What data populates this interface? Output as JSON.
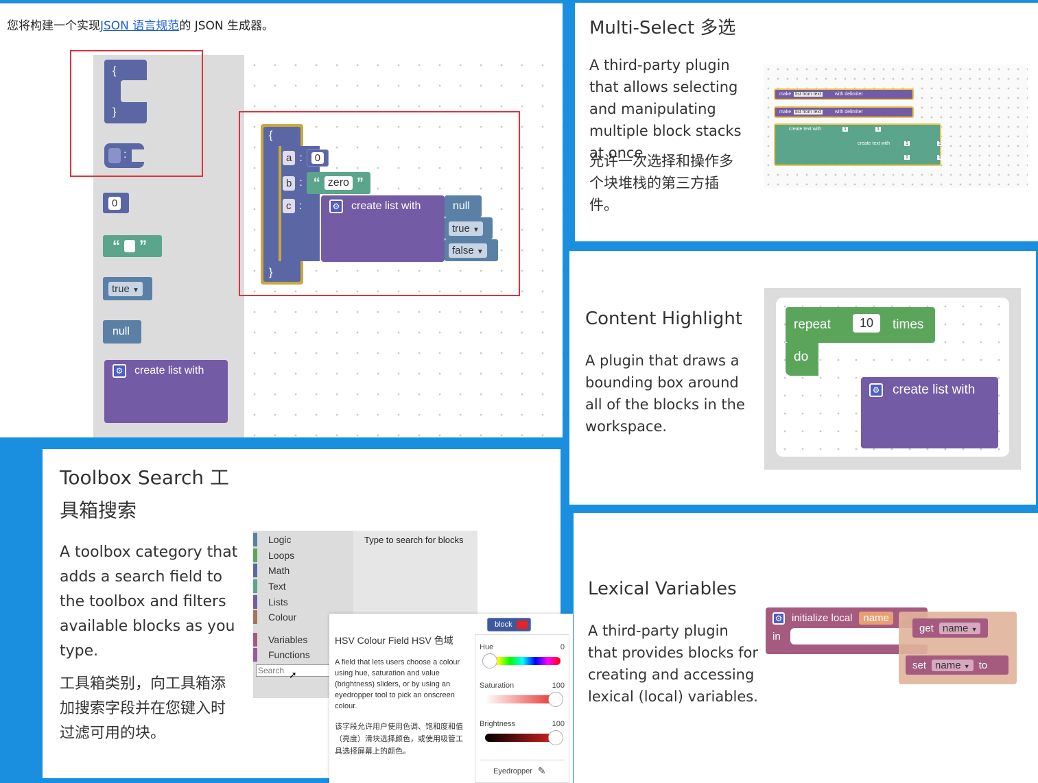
{
  "json_panel": {
    "intro_prefix": "您将构建一个实现",
    "intro_link": "JSON 语言规范",
    "intro_suffix": "的 JSON 生成器。",
    "toolbox": {
      "object_open": "{",
      "object_close": "}",
      "number_value": "0",
      "string_open_quote": "“",
      "string_close_quote": "”",
      "bool_value": "true",
      "null_value": "null",
      "create_list_label": "create list with"
    },
    "workspace": {
      "object_open": "{",
      "object_close": "}",
      "key_a": "a",
      "key_b": "b",
      "key_c": "c",
      "colon": ":",
      "value_a": "0",
      "value_b": "zero",
      "create_list_label": "create list with",
      "list_items": [
        "null",
        "true",
        "false"
      ]
    }
  },
  "multiselect": {
    "title": "Multi-Select   多选",
    "desc_en": "A third-party plugin that allows selecting and manipulating multiple block stacks at once.",
    "desc_zh": "允许一次选择和操作多个块堆栈的第三方插件。",
    "preview": {
      "make_label": "make",
      "list_from_text": "list from text",
      "with_delimiter": "with delimiter",
      "create_text_with": "create text with",
      "one": "1"
    }
  },
  "content_highlight": {
    "title": "Content Highlight",
    "desc": "A plugin that draws a bounding box around all of the blocks in the workspace.",
    "preview": {
      "repeat": "repeat",
      "times_value": "10",
      "times": "times",
      "do": "do",
      "create_list_label": "create list with"
    }
  },
  "toolbox_search": {
    "title_line1": "Toolbox Search   工",
    "title_line2": "具箱搜索",
    "desc_en": "A toolbox category that adds a search field to the toolbox and filters available blocks as you type.",
    "desc_zh": "工具箱类别，向工具箱添加搜索字段并在您键入时过滤可用的块。",
    "categories": [
      {
        "label": "Logic",
        "color": "#5b80a5"
      },
      {
        "label": "Loops",
        "color": "#5ba55b"
      },
      {
        "label": "Math",
        "color": "#5b67a5"
      },
      {
        "label": "Text",
        "color": "#5ba58c"
      },
      {
        "label": "Lists",
        "color": "#745ba5"
      },
      {
        "label": "Colour",
        "color": "#a5745b"
      },
      {
        "label": "Variables",
        "color": "#a55b80"
      },
      {
        "label": "Functions",
        "color": "#995ba5"
      }
    ],
    "search_placeholder": "Search",
    "hint": "Type to search for blocks"
  },
  "hsv": {
    "title": "HSV Colour Field   HSV 色域",
    "desc_en": "A field that lets users choose a colour using hue, saturation and value (brightness) sliders, or by using an eyedropper tool to pick an onscreen colour.",
    "desc_zh": "该字段允许用户使用色调、饱和度和值（亮度）滑块选择颜色，或使用吸管工具选择屏幕上的颜色。",
    "block_label": "block",
    "hue_label": "Hue",
    "hue_value": "0",
    "saturation_label": "Saturation",
    "saturation_value": "100",
    "brightness_label": "Brightness",
    "brightness_value": "100",
    "eyedropper_label": "Eyedropper"
  },
  "lexical": {
    "title": "Lexical Variables",
    "desc": "A third-party plugin that provides blocks for creating and accessing lexical (local) variables.",
    "preview": {
      "initialize_local": "initialize local",
      "name": "name",
      "to": "to",
      "in": "in",
      "get": "get",
      "set": "set"
    }
  },
  "colors": {
    "background": "#1a8fe0",
    "json_purple": "#5b67a5",
    "object_gold": "#c9a83d",
    "text_green": "#5ba58c",
    "list_purple": "#745ba5",
    "logic_blue": "#5b80a5",
    "loops_green": "#5ba55b",
    "link_blue": "#1a5fd8",
    "highlight_red": "#e0313b",
    "lexical_purple": "#a55b80",
    "lexical_peach": "#e0b49a"
  }
}
